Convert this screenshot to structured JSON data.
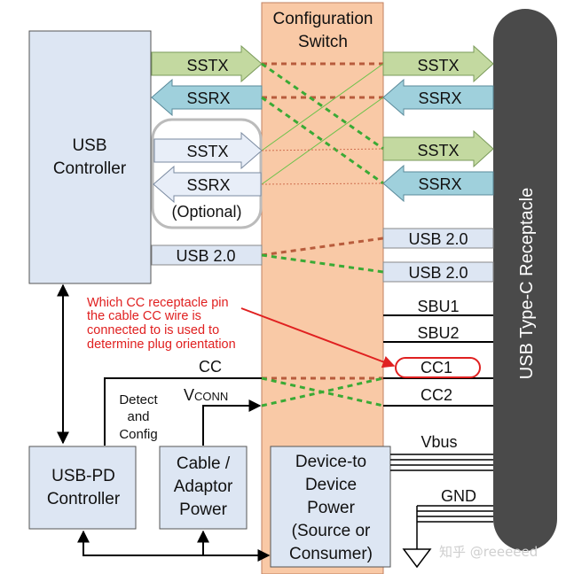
{
  "blocks": {
    "config_switch": [
      "Configuration",
      "Switch"
    ],
    "usb_controller": [
      "USB",
      "Controller"
    ],
    "usb_pd": [
      "USB-PD",
      "Controller"
    ],
    "cable_power": [
      "Cable /",
      "Adaptor",
      "Power"
    ],
    "d2d_power": [
      "Device-to",
      "Device",
      "Power",
      "(Source or",
      "Consumer)"
    ],
    "receptacle": "USB Type-C Receptacle"
  },
  "signals": {
    "sstx": "SSTX",
    "ssrx": "SSRX",
    "optional": "(Optional)",
    "usb2": "USB 2.0",
    "sbu1": "SBU1",
    "sbu2": "SBU2",
    "cc": "CC",
    "cc1": "CC1",
    "cc2": "CC2",
    "vconn_main": "V",
    "vconn_sub": "CONN",
    "vbus": "Vbus",
    "gnd": "GND",
    "detect_config": [
      "Detect",
      "and",
      "Config"
    ]
  },
  "annotation": [
    "Which CC receptacle pin",
    "the cable CC wire is",
    "connected to is used to",
    "determine plug orientation"
  ],
  "watermark": "知乎 @reeeeed",
  "colors": {
    "switch_fill": "#f9c9a6",
    "block_fill": "#dde6f3",
    "tx_fill": "#c3d9a0",
    "rx_fill": "#9fd0dc",
    "optional_fill": "#e8eef8",
    "red_dashed": "#b85c3c",
    "green_dashed": "#3aaa35",
    "receptacle": "#4a4a4a",
    "annotation": "#e02020"
  }
}
